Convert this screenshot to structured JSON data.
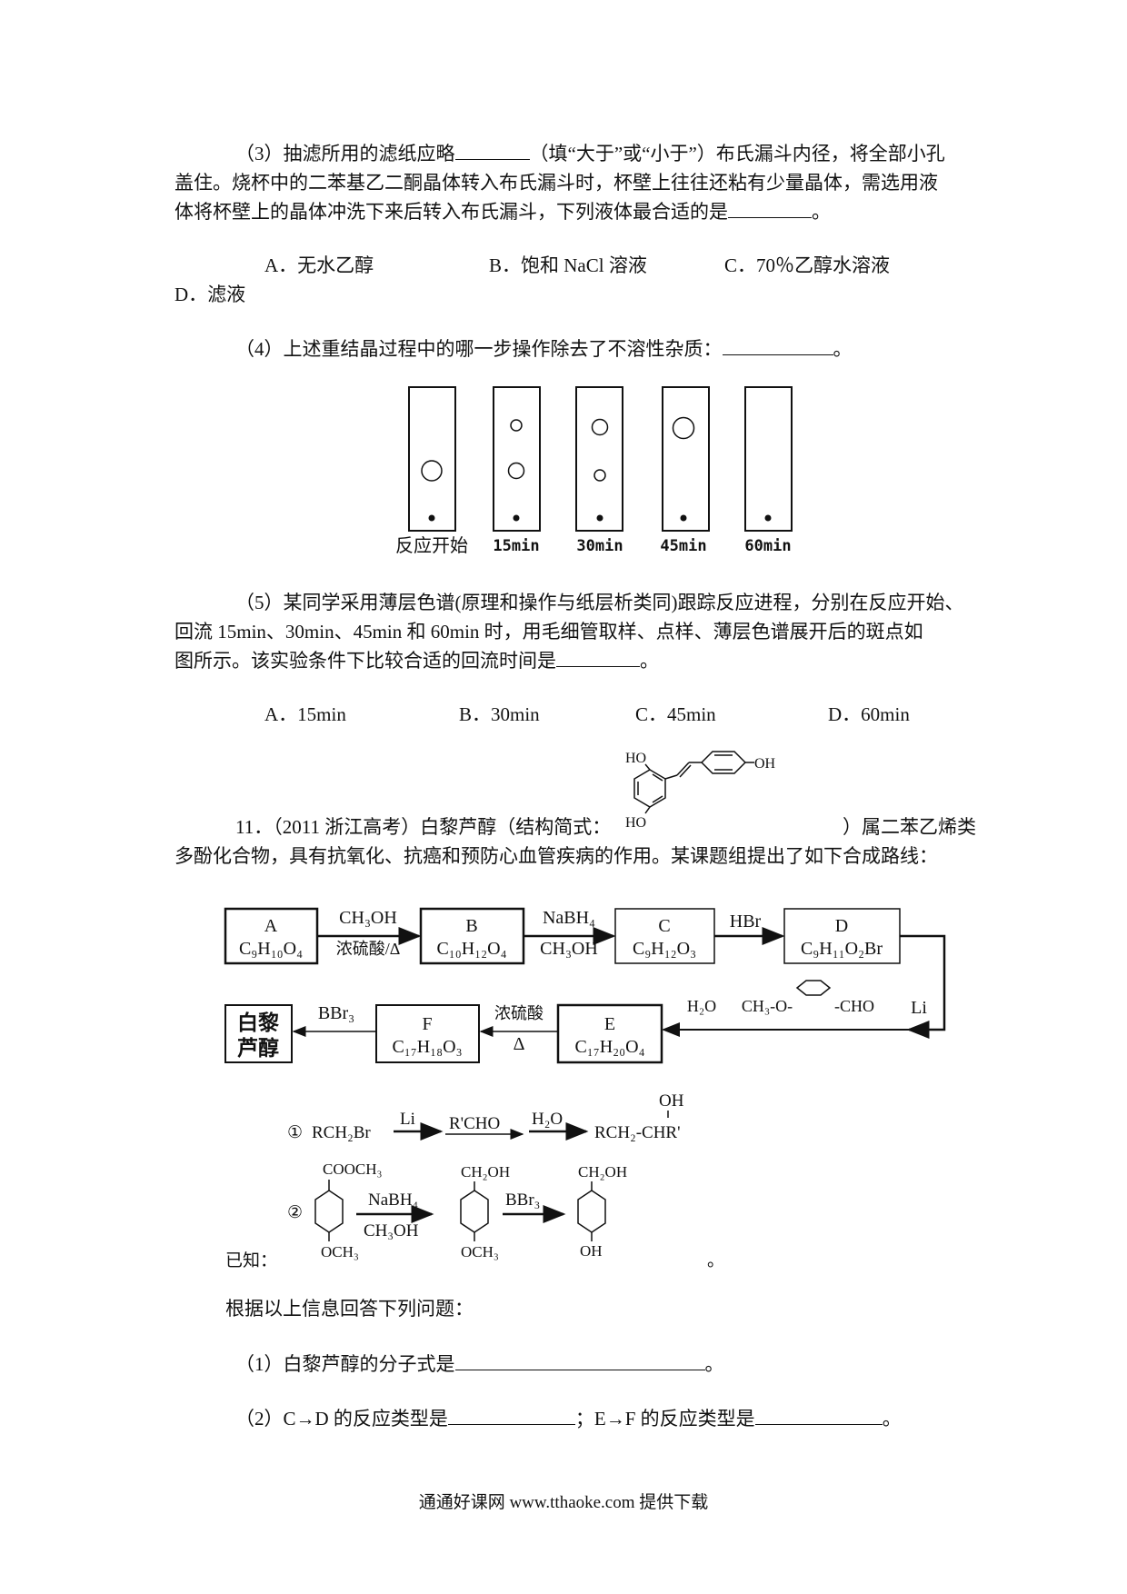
{
  "q3": {
    "line1a": "（3）抽滤所用的滤纸应略",
    "line1b": "（填“大于”或“小于”）布氏漏斗内径，将全部小孔",
    "line2": "盖住。烧杯中的二苯基乙二酮晶体转入布氏漏斗时，杯壁上往往还粘有少量晶体，需选用液",
    "line3": "体将杯壁上的晶体冲洗下来后转入布氏漏斗，下列液体最合适的是",
    "end": "。",
    "options": [
      "A．无水乙醇",
      "B．饱和 NaCl 溶液",
      "C．70％乙醇水溶液",
      "D．滤液"
    ]
  },
  "q4": {
    "text": "（4）上述重结晶过程中的哪一步操作除去了不溶性杂质：",
    "end": "。"
  },
  "tlc": {
    "labels": [
      "反应开始",
      "15min",
      "30min",
      "45min",
      "60min"
    ]
  },
  "q5": {
    "line1": "（5）某同学采用薄层色谱(原理和操作与纸层析类同)跟踪反应进程，分别在反应开始、",
    "line2": "回流 15min、30min、45min 和 60min 时，用毛细管取样、点样、薄层色谱展开后的斑点如",
    "line3": "图所示。该实验条件下比较合适的回流时间是",
    "end": "。",
    "options": [
      "A．15min",
      "B．30min",
      "C．45min",
      "D．60min"
    ]
  },
  "q11": {
    "line1a": "11．（2011 浙江高考）白黎芦醇（结构简式：",
    "line1b": "）属二苯乙烯类",
    "line2": "多酚化合物，具有抗氧化、抗癌和预防心血管疾病的作用。某课题组提出了如下合成路线：",
    "structure": {
      "ho_top": "HO",
      "ho_bottom": "HO",
      "oh": "OH"
    }
  },
  "route": {
    "A": {
      "label": "A",
      "formula": "C₉H₁₀O₄"
    },
    "B": {
      "label": "B",
      "formula": "C₁₀H₁₂O₄"
    },
    "C": {
      "label": "C",
      "formula": "C₉H₁₂O₃"
    },
    "D": {
      "label": "D",
      "formula": "C₉H₁₁O₂Br"
    },
    "E": {
      "label": "E",
      "formula": "C₁₇H₂₀O₄"
    },
    "F": {
      "label": "F",
      "formula": "C₁₇H₁₈O₃"
    },
    "product": {
      "line1": "白黎",
      "line2": "芦醇"
    },
    "ab_top": "CH₃OH",
    "ab_bottom": "浓硫酸/Δ",
    "bc_top": "NaBH₄",
    "bc_bottom": "CH₃OH",
    "cd_top": "HBr",
    "d_li": "Li",
    "reagent_left": "CH₃-O-",
    "reagent_right": "-CHO",
    "h2o": "H₂O",
    "ef_top": "浓硫酸",
    "ef_bottom": "Δ",
    "fp_top": "BBr₃"
  },
  "known": {
    "label": "已知：",
    "r1": {
      "num": "①",
      "start": "RCH₂Br",
      "li": "Li",
      "rcho": "R'CHO",
      "h2o": "H₂O",
      "oh": "OH",
      "product": "RCH₂-CHR'"
    },
    "r2": {
      "num": "②",
      "top1": "COOCH₃",
      "bottom1": "OCH₃",
      "nabh4": "NaBH₄",
      "ch3oh": "CH₃OH",
      "top2": "CH₂OH",
      "bottom2": "OCH₃",
      "bbr3": "BBr₃",
      "top3": "CH₂OH",
      "bottom3": "OH"
    },
    "end": "。"
  },
  "answer_intro": "根据以上信息回答下列问题：",
  "sub1": {
    "text": "（1）白黎芦醇的分子式是",
    "end": "。"
  },
  "sub2": {
    "a": "（2）C→D 的反应类型是",
    "sep": "；E→F 的反应类型是",
    "end": "。"
  },
  "footer": "通通好课网  www.tthaoke.com  提供下载"
}
